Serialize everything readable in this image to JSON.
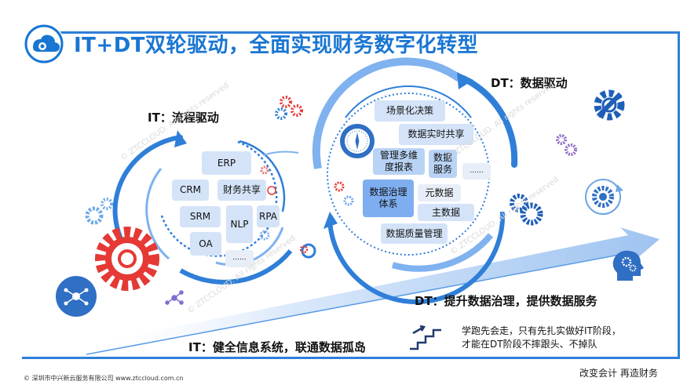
{
  "title": "IT+DT双轮驱动，全面实现财务数字化转型",
  "it_drive_label": "IT：流程驱动",
  "dt_drive_label": "DT：数据驱动",
  "it_items": [
    "ERP",
    "CRM",
    "财务共享",
    "SRM",
    "NLP",
    "RPA",
    "OA",
    "......"
  ],
  "dt_items": [
    "场景化决策",
    "数据实时共享",
    "管理多维度报表",
    "数据服务",
    "......",
    "数据治理体系",
    "元数据",
    "主数据",
    "数据质量管理"
  ],
  "dt_summary": "DT：提升数据治理，提供数据服务",
  "it_summary": "IT：健全信息系统，联通数据孤岛",
  "note_lines": [
    "学跑先会走，只有先扎实做好IT阶段，",
    "才能在DT阶段不摔跟头、不掉队"
  ],
  "footer_left": "© 深圳市中兴新云服务有限公司  www.ztccloud.com.cn",
  "footer_right": "改变会计  再造财务",
  "watermark": "© ZTCCLOUD. All rights reserved",
  "colors": {
    "brand_blue": "#1976d2",
    "frame_blue": "#2f7fd8",
    "gear_red": "#e53935",
    "light_box": "#d4e3f8",
    "mid_box": "#7eaef0"
  },
  "icons": [
    "cloud-logo-icon",
    "gear-red-icon",
    "network-icon",
    "gears-blue-icon",
    "wrench-gear-icon",
    "globe-gear-icon",
    "head-gears-icon",
    "stairs-icon",
    "compass-icon",
    "gears-purple-icon"
  ]
}
